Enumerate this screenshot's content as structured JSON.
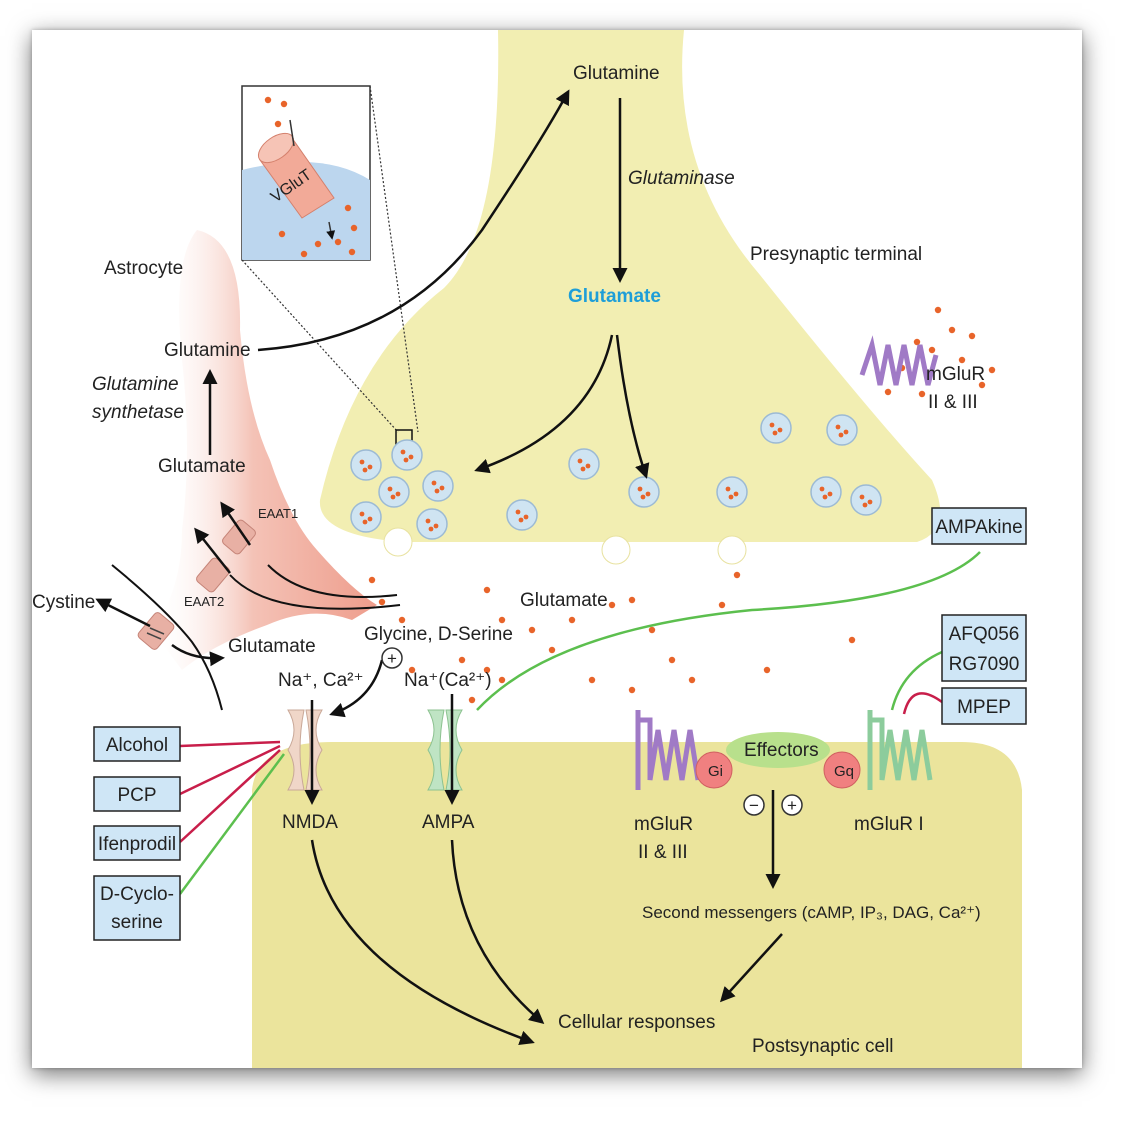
{
  "labels": {
    "glutamine_top": "Glutamine",
    "glutaminase": "Glutaminase",
    "glutamate_blue": "Glutamate",
    "presynaptic": "Presynaptic terminal",
    "astrocyte": "Astrocyte",
    "glutamine_left": "Glutamine",
    "glutamine_synthetase_1": "Glutamine",
    "glutamine_synthetase_2": "synthetase",
    "glutamate_left": "Glutamate",
    "vglut": "VGluT",
    "mglur23_pre_1": "mGluR",
    "mglur23_pre_2": "II & III",
    "eaat1": "EAAT1",
    "eaat2": "EAAT2",
    "cystine": "Cystine",
    "glutamate_astro_out": "Glutamate",
    "glutamate_cleft": "Glutamate",
    "glycine": "Glycine, D-Serine",
    "ions_nmda": "Na⁺, Ca²⁺",
    "ions_ampa": "Na⁺(Ca²⁺)",
    "nmda": "NMDA",
    "ampa": "AMPA",
    "effectors": "Effectors",
    "gi": "Gi",
    "gq": "Gq",
    "mglur23_post_1": "mGluR",
    "mglur23_post_2": "II & III",
    "mglur1": "mGluR I",
    "second_messengers": "Second messengers  (cAMP, IP₃, DAG, Ca²⁺)",
    "cellular_responses": "Cellular responses",
    "postsynaptic": "Postsynaptic cell",
    "plus": "+",
    "minus": "−"
  },
  "drugs": {
    "alcohol": "Alcohol",
    "pcp": "PCP",
    "ifenprodil": "Ifenprodil",
    "dcyclo_1": "D-Cyclo-",
    "dcyclo_2": "serine",
    "ampakine": "AMPAkine",
    "afq": "AFQ056",
    "rg": "RG7090",
    "mpep": "MPEP"
  },
  "colors": {
    "terminal": "#f2eeb2",
    "postsynaptic": "#ebe49c",
    "astrocyte": "#f2b4a6",
    "vesicle": "#cfe4f2",
    "dot": "#e8642a",
    "glutamate_blue": "#1e9ed8",
    "drug_box": "#cfe6f6",
    "red_line": "#c81e4a",
    "green_line": "#5cbf4e"
  }
}
